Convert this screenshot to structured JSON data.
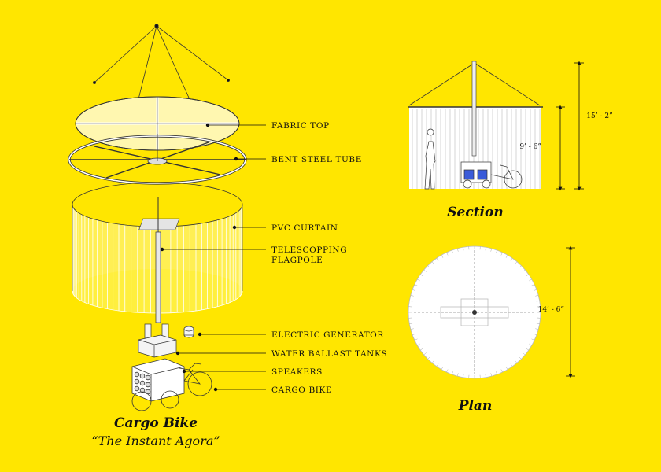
{
  "labels": {
    "fabric_top": "FABRIC TOP",
    "bent_steel_tube": "BENT STEEL TUBE",
    "pvc_curtain": "PVC CURTAIN",
    "telescopping_1": "TELESCOPPING",
    "telescopping_2": "FLAGPOLE",
    "electric_generator": "ELECTRIC GENERATOR",
    "water_ballast_tanks": "WATER BALLAST TANKS",
    "speakers": "SPEAKERS",
    "cargo_bike": "CARGO BIKE"
  },
  "titles": {
    "main": "Cargo Bike",
    "subtitle": "“The Instant Agora”",
    "section": "Section",
    "plan": "Plan"
  },
  "dimensions": {
    "section_total": "15’ - 2”",
    "section_wall": "9’ - 6”",
    "plan_diameter": "14’ - 6”"
  },
  "colors": {
    "background": "#ffe600",
    "line": "#111111",
    "panel": "#ffffff"
  }
}
